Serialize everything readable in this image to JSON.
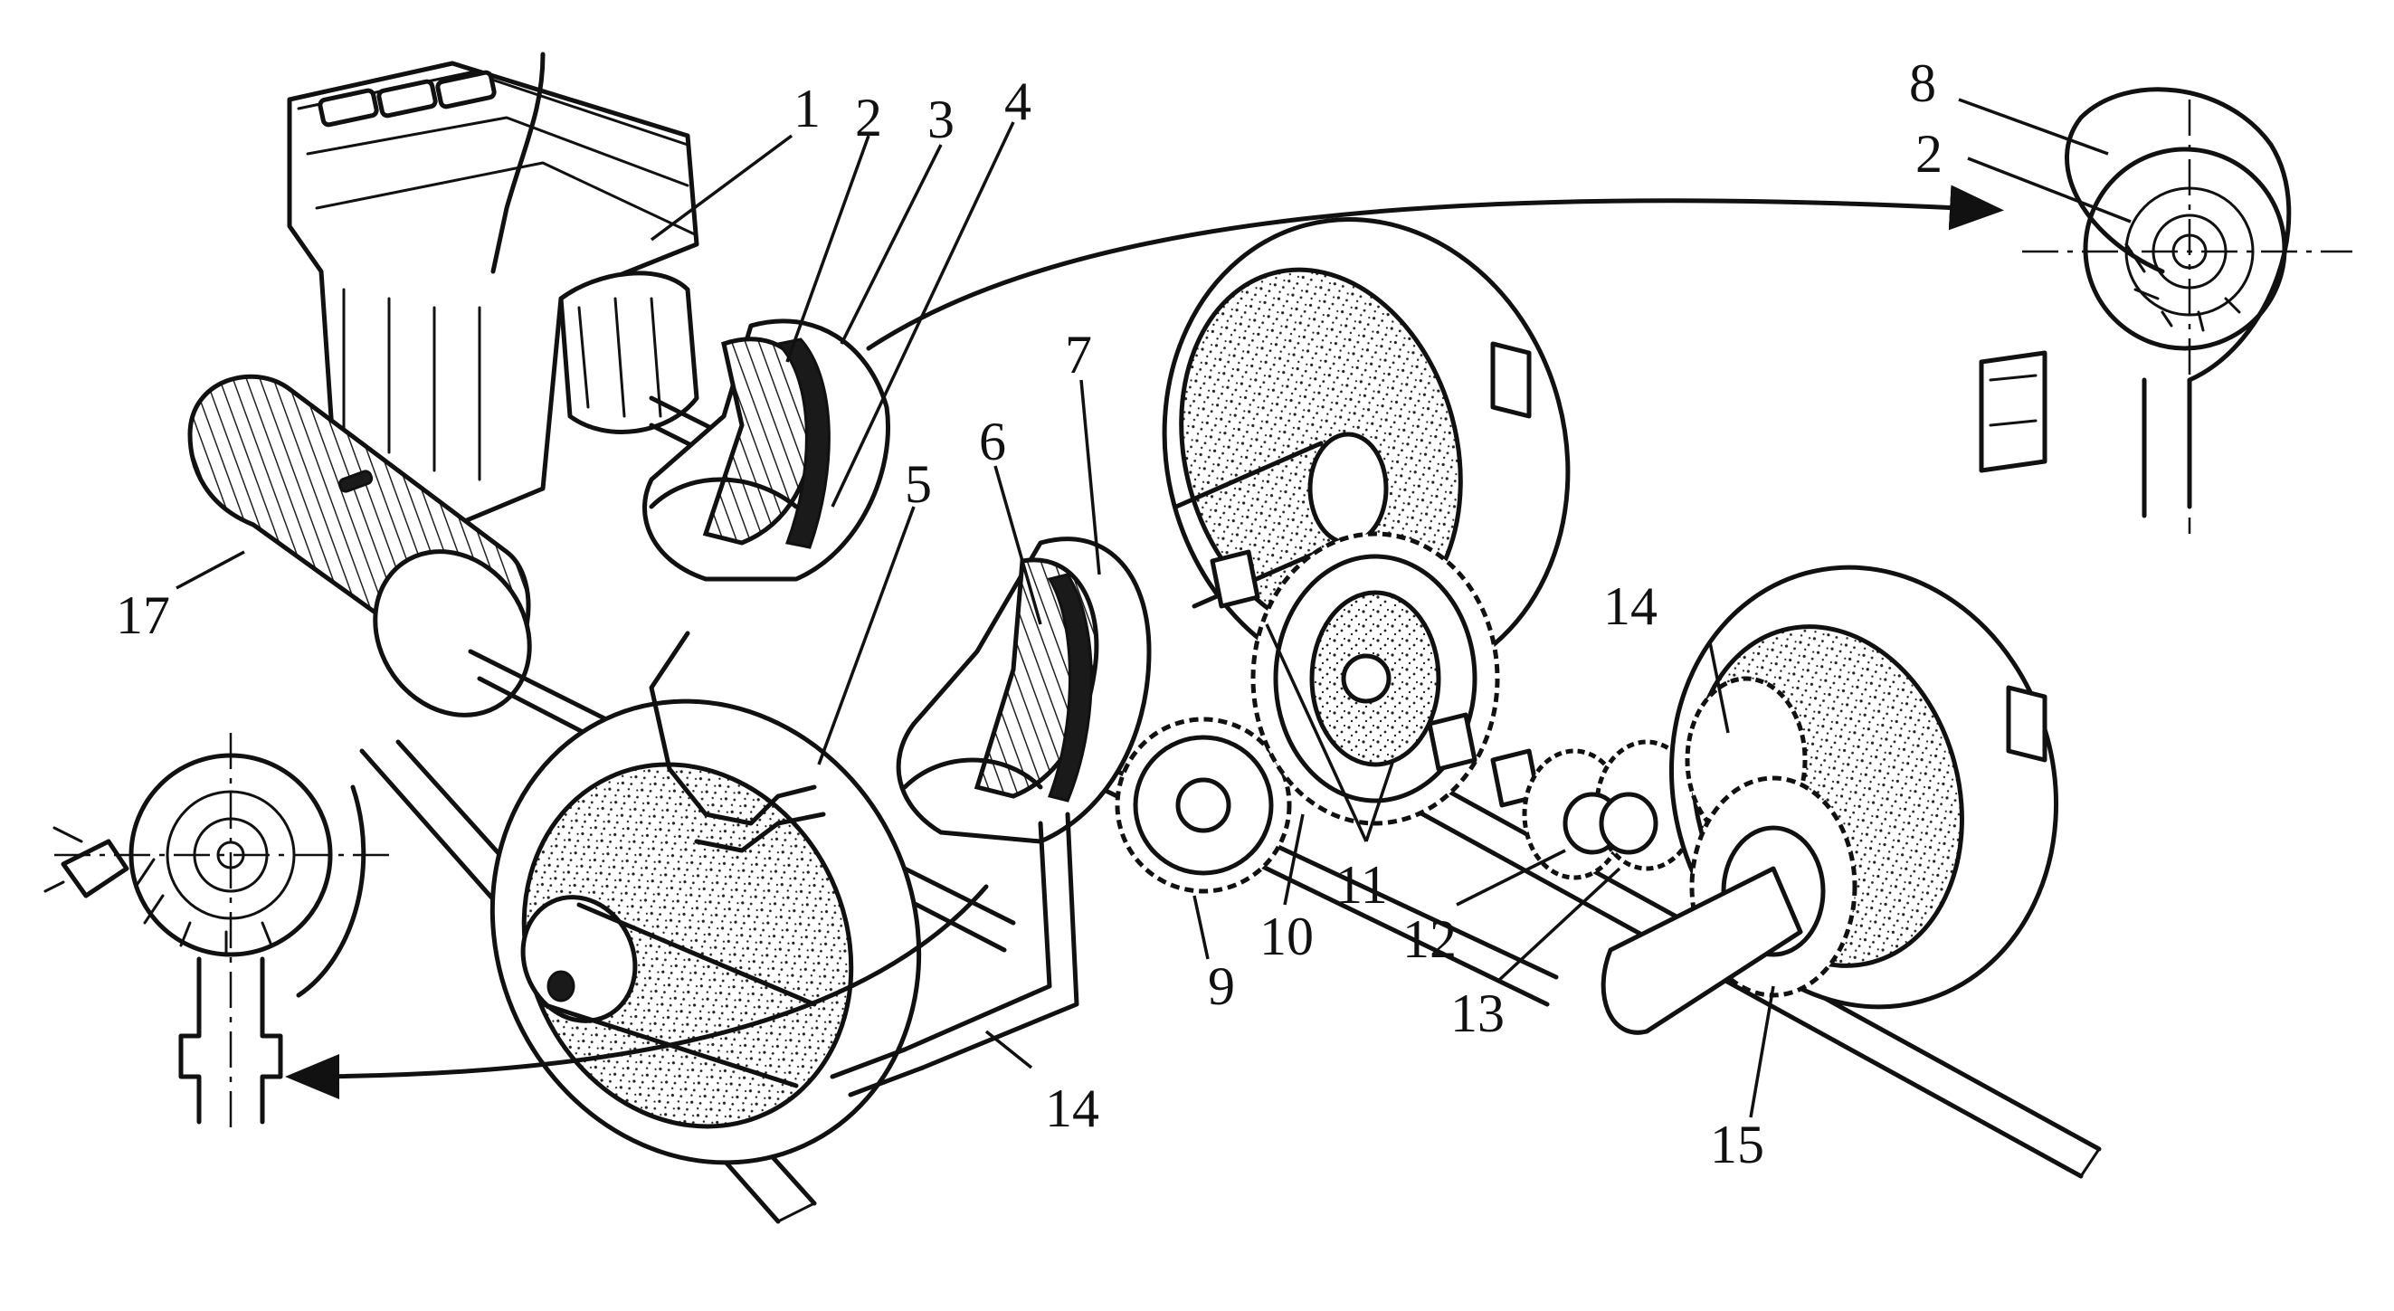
{
  "callouts": {
    "c1": "1",
    "c2": "2",
    "c3": "3",
    "c4": "4",
    "c5": "5",
    "c6": "6",
    "c7": "7",
    "c8": "8",
    "c2b": "2",
    "c9": "9",
    "c10": "10",
    "c11": "11",
    "c12": "12",
    "c13": "13",
    "c14": "14",
    "c14b": "14",
    "c15": "15",
    "c17": "17"
  },
  "colors": {
    "ink": "#111111",
    "paper": "#ffffff"
  }
}
